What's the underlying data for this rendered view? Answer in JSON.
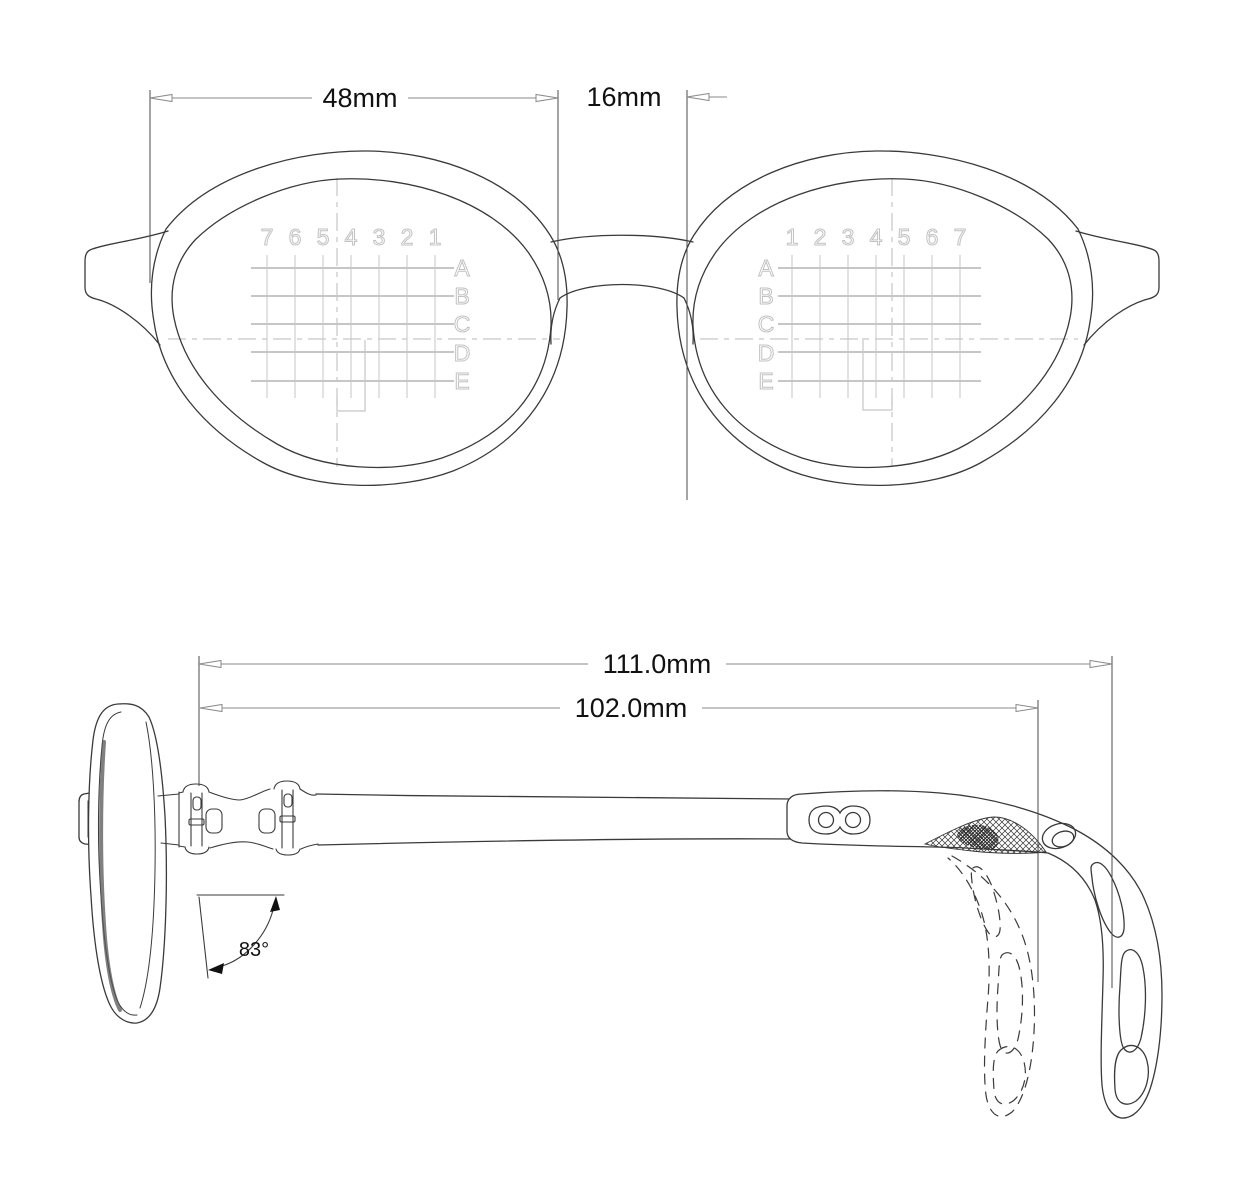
{
  "front_view": {
    "dim_lens_width": "48mm",
    "dim_bridge_width": "16mm",
    "left_lens_grid": {
      "columns": [
        "7",
        "6",
        "5",
        "4",
        "3",
        "2",
        "1"
      ],
      "rows": [
        "A",
        "B",
        "C",
        "D",
        "E"
      ]
    },
    "right_lens_grid": {
      "columns": [
        "1",
        "2",
        "3",
        "4",
        "5",
        "6",
        "7"
      ],
      "rows": [
        "A",
        "B",
        "C",
        "D",
        "E"
      ]
    }
  },
  "side_view": {
    "dim_total_temple_length": "111.0mm",
    "dim_temple_to_bend": "102.0mm",
    "dim_pantoscopic_angle": "83°"
  },
  "colors": {
    "outline": "#3a3a3a",
    "grid_line": "#c6c6c6",
    "grid_label": "#c2c2c2",
    "dimension_line": "#8a8a8a",
    "extension_line": "#4a4a4a",
    "dimension_text": "#111111",
    "background": "#ffffff"
  }
}
